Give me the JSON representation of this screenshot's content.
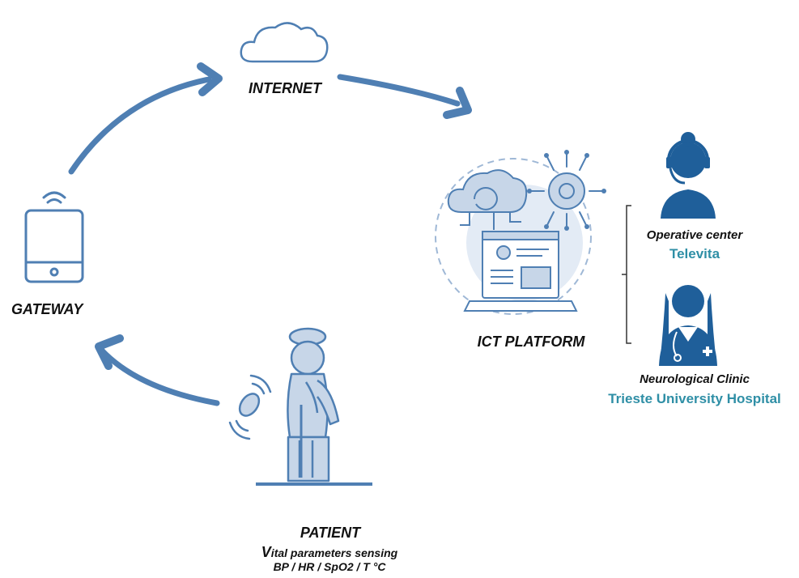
{
  "nodes": {
    "internet": {
      "label": "INTERNET"
    },
    "gateway": {
      "label": "GATEWAY"
    },
    "platform": {
      "label": "ICT PLATFORM"
    },
    "patient": {
      "label": "PATIENT",
      "sensing_first_letter": "V",
      "sensing_rest": "ital parameters sensing",
      "parameters": "BP / HR / SpO2 / T °C"
    },
    "operative_center": {
      "title": "Operative center",
      "name": "Televita"
    },
    "clinic": {
      "title": "Neurological Clinic",
      "name": "Trieste University Hospital"
    }
  },
  "colors": {
    "flow_arrow": "#4f7fb3",
    "icon_stroke": "#4f7fb3",
    "icon_fill_light": "#c7d6e8",
    "person_fill": "#1f5f9a",
    "accent_text": "#2f8fa6"
  },
  "icons": [
    "cloud-icon",
    "tablet-icon",
    "laptop-icon",
    "gear-icon",
    "headset-operator-icon",
    "doctor-icon",
    "elderly-patient-icon",
    "wearable-sensor-icon"
  ]
}
